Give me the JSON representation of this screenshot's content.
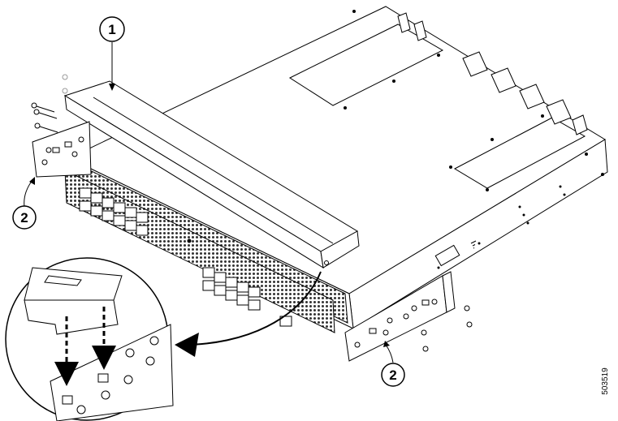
{
  "callouts": [
    {
      "id": "callout-1",
      "label": "1"
    },
    {
      "id": "callout-2-left",
      "label": "2"
    },
    {
      "id": "callout-2-right",
      "label": "2"
    }
  ],
  "figure_id": "503519",
  "colors": {
    "line": "#000000",
    "background": "#ffffff",
    "mesh": "#333333"
  }
}
